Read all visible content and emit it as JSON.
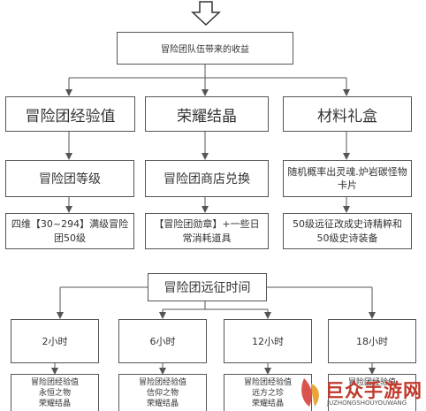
{
  "top": {
    "title": "冒险团队伍带来的收益"
  },
  "columns": [
    {
      "main": "冒险团经验值",
      "sub": "冒险团等级",
      "desc": "四维【30~294】满级冒险团50级"
    },
    {
      "main": "荣耀结晶",
      "sub": "冒险团商店兑换",
      "desc": "【冒险团勋章】+一些日常消耗道具"
    },
    {
      "main": "材料礼盒",
      "sub": "随机概率出灵魂.炉岩碳怪物卡片",
      "desc": "50级远征改成史诗精粹和50级史诗装备"
    }
  ],
  "expedition": {
    "title": "冒险团远征时间"
  },
  "times": [
    {
      "label": "2小时",
      "rewards": [
        "冒险团经验值",
        "永恒之物",
        "荣耀结晶"
      ]
    },
    {
      "label": "6小时",
      "rewards": [
        "冒险团经验值",
        "信仰之物",
        "荣耀结晶"
      ]
    },
    {
      "label": "12小时",
      "rewards": [
        "冒险团经验值",
        "远方之珍",
        "荣耀结晶"
      ]
    },
    {
      "label": "18小时",
      "rewards": [
        "冒险团经验值",
        "",
        ""
      ]
    }
  ],
  "watermark": {
    "title": "巨众手游网",
    "subtitle": "JUZHONGSHOUYOUWANG"
  },
  "colors": {
    "line": "#555555",
    "watermark": "#c0392b"
  }
}
